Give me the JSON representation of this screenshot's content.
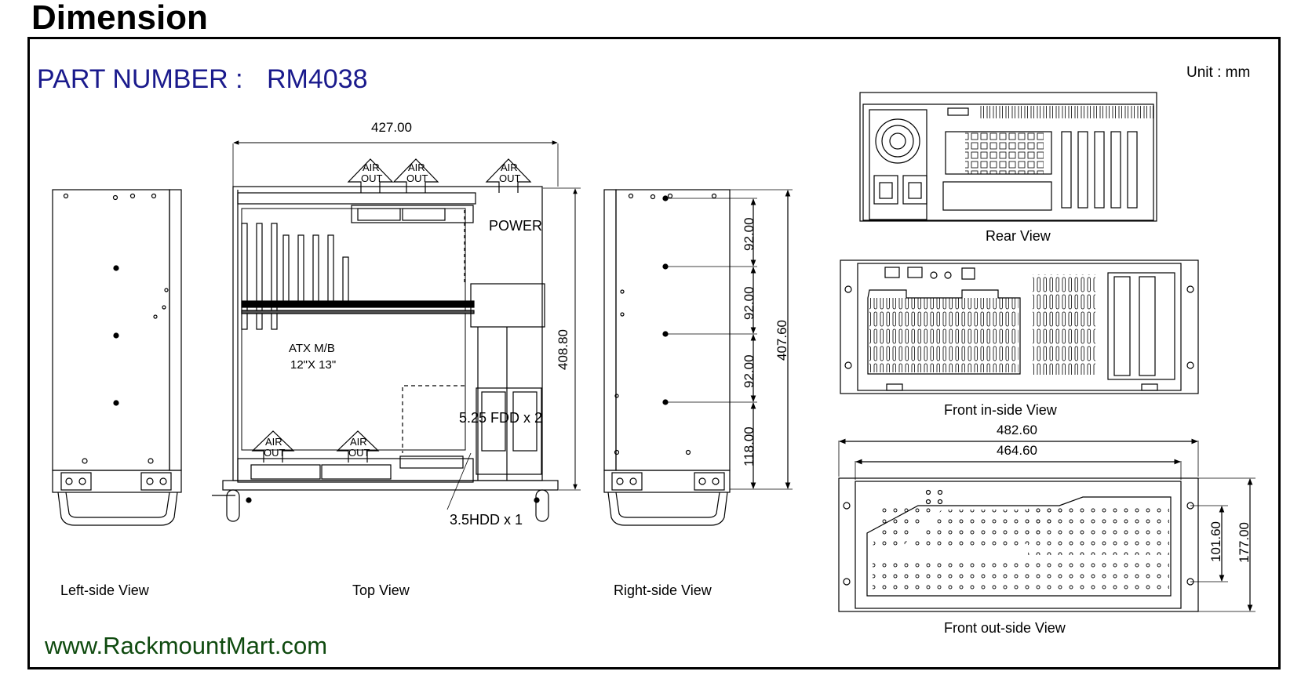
{
  "header": {
    "title": "Dimension"
  },
  "part": {
    "label": "PART NUMBER :",
    "number": "RM4038"
  },
  "unit_label": "Unit : mm",
  "website": "www.RackmountMart.com",
  "colors": {
    "part_number": "#1a1a8c",
    "website": "#0f4a0f",
    "line": "#000000"
  },
  "views": {
    "left_side": "Left-side View",
    "top": "Top View",
    "right_side": "Right-side View",
    "rear": "Rear View",
    "front_inside": "Front in-side View",
    "front_outside": "Front out-side View"
  },
  "top_view": {
    "width_dim": "427.00",
    "depth_dim": "408.80",
    "air_out": "AIR\nOUT",
    "air_line1": "AIR",
    "air_line2": "OUT",
    "power": "POWER",
    "mb_line1": "ATX M/B",
    "mb_line2": "12\"X 13\"",
    "fdd": "5.25 FDD x 2",
    "hdd": "3.5HDD x 1"
  },
  "right_side": {
    "dims": [
      "92.00",
      "92.00",
      "92.00",
      "118.00"
    ],
    "overall": "407.60"
  },
  "front_outside": {
    "width_outer": "482.60",
    "width_inner": "464.60",
    "hole_spacing": "101.60",
    "height": "177.00"
  }
}
